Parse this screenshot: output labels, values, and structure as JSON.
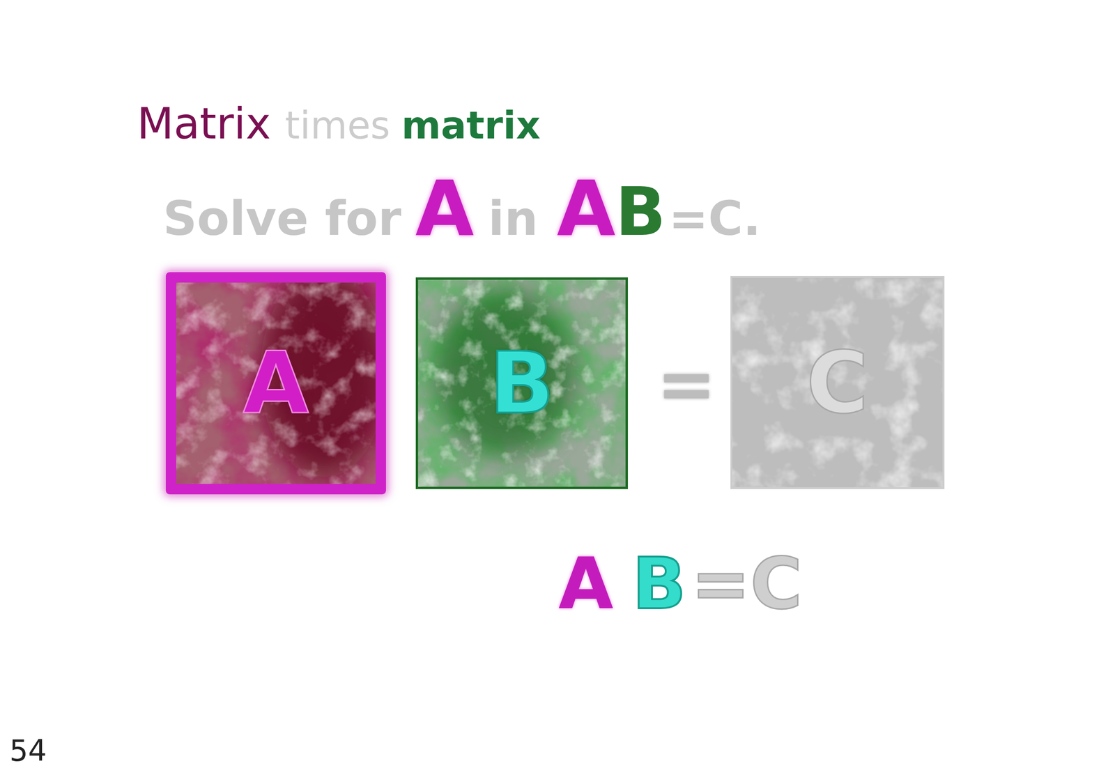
{
  "diagram": {
    "nodes": [
      {
        "text": [
          "A"
        ]
      },
      {
        "text": [
          "B"
        ]
      },
      {
        "text": [
          "C"
        ]
      }
    ],
    "labels": [
      "Matrix",
      "times",
      "matrix",
      "Solve for",
      "A",
      "in",
      "A",
      "B",
      "=C.",
      "=",
      "A",
      "B",
      "=C",
      "54"
    ]
  }
}
